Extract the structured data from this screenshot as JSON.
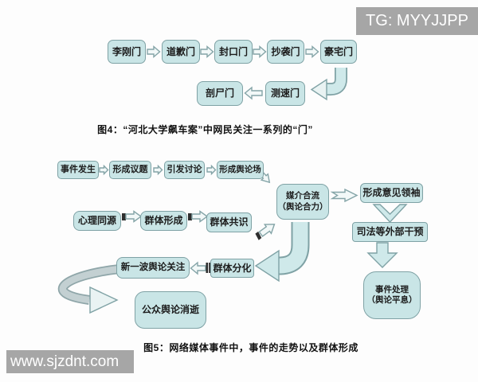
{
  "watermarks": {
    "top_right": "TG: MYYJJPP",
    "bottom_left": "www.sjzdnt.com"
  },
  "figure4": {
    "caption": "图4：“河北大学飙车案”中网民关注一系列的“门”",
    "row1": [
      "李刚门",
      "道歉门",
      "封口门",
      "抄袭门",
      "豪宅门"
    ],
    "row2": [
      "剖尸门",
      "测速门"
    ]
  },
  "figure5": {
    "caption": "图5：网络媒体事件中，事件的走势以及群体形成",
    "row1": [
      "事件发生",
      "形成议题",
      "引发讨论",
      "形成舆论场"
    ],
    "media_box": {
      "line1": "媒介合流",
      "line2": "（舆论合力）"
    },
    "opinion_leader": "形成意见领袖",
    "intervention": "司法等外部干预",
    "settle": {
      "line1": "事件处理",
      "line2": "（舆论平息）"
    },
    "row2": [
      "心理同源",
      "群体形成",
      "群体共识"
    ],
    "row3": {
      "new_wave": "新一波舆论关注",
      "split": "群体分化"
    },
    "fade": "公众舆论消逝"
  },
  "colors": {
    "box_fill": "#c9e5e6",
    "box_border": "#7fa2a5",
    "watermark_bg": "#a6a6a6"
  }
}
